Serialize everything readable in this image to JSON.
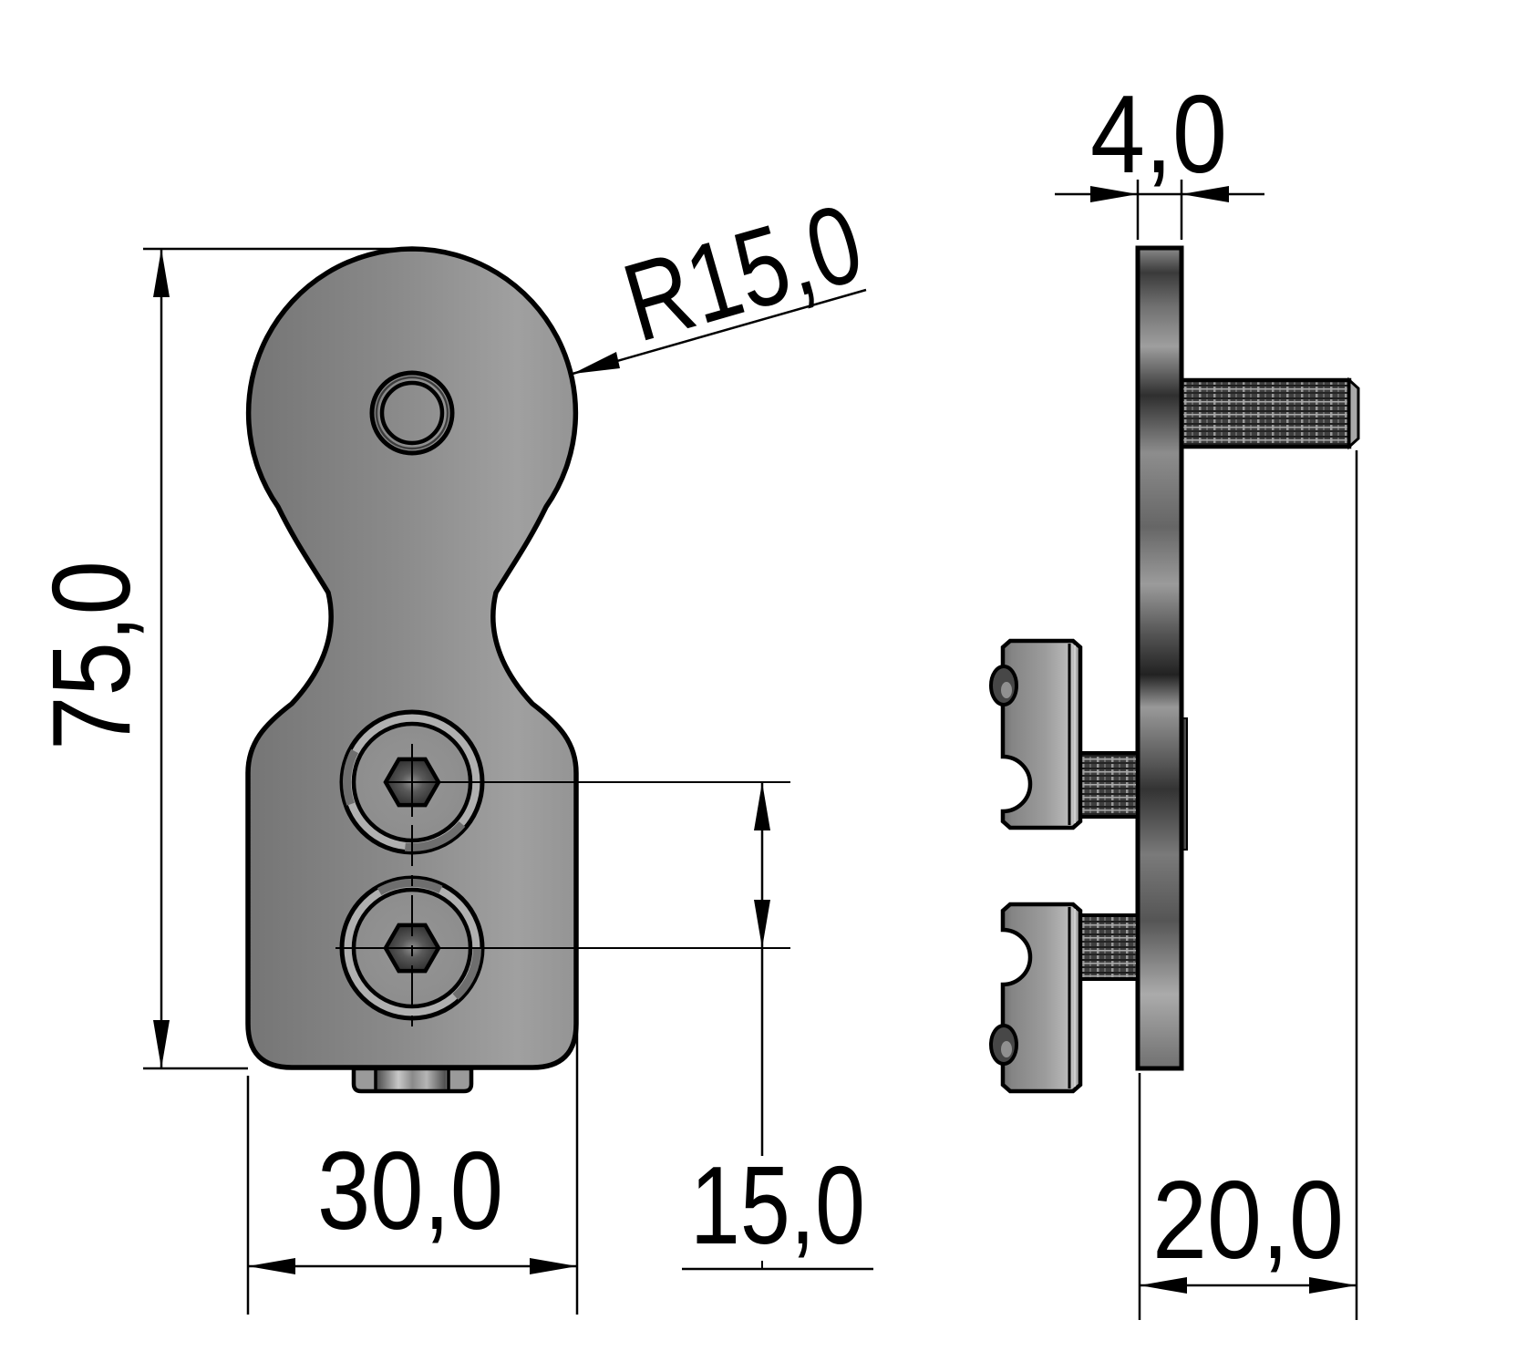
{
  "labels": {
    "height": "75,0",
    "width": "30,0",
    "hole_spacing": "15,0",
    "head_radius": "R15,0",
    "plate_thickness": "4,0",
    "mount_depth": "20,0"
  },
  "colors": {
    "background": "#ffffff",
    "line": "#000000",
    "part_gray": "#8c8c8c",
    "thread_dark": "#3f3f3f"
  }
}
